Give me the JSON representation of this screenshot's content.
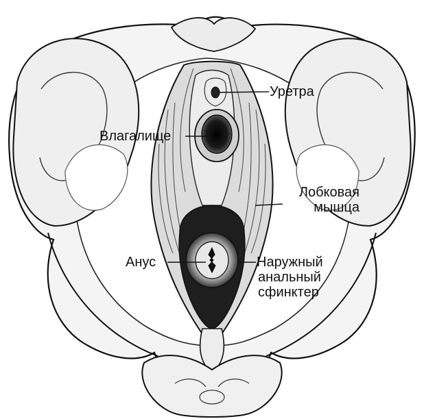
{
  "figure": {
    "background": "#ffffff",
    "ink": "#111111",
    "bone_fill": "#f2f2f2",
    "muscle_fill": "#d9d9d9",
    "shadow": "#2a2a2a"
  },
  "labels": {
    "urethra": "Уретра",
    "vagina": "Влагалище",
    "pubic_muscle_line1": "Лобковая",
    "pubic_muscle_line2": "мышца",
    "anus": "Анус",
    "sphincter_line1": "Наружный",
    "sphincter_line2": "анальный",
    "sphincter_line3": "сфинктер"
  }
}
